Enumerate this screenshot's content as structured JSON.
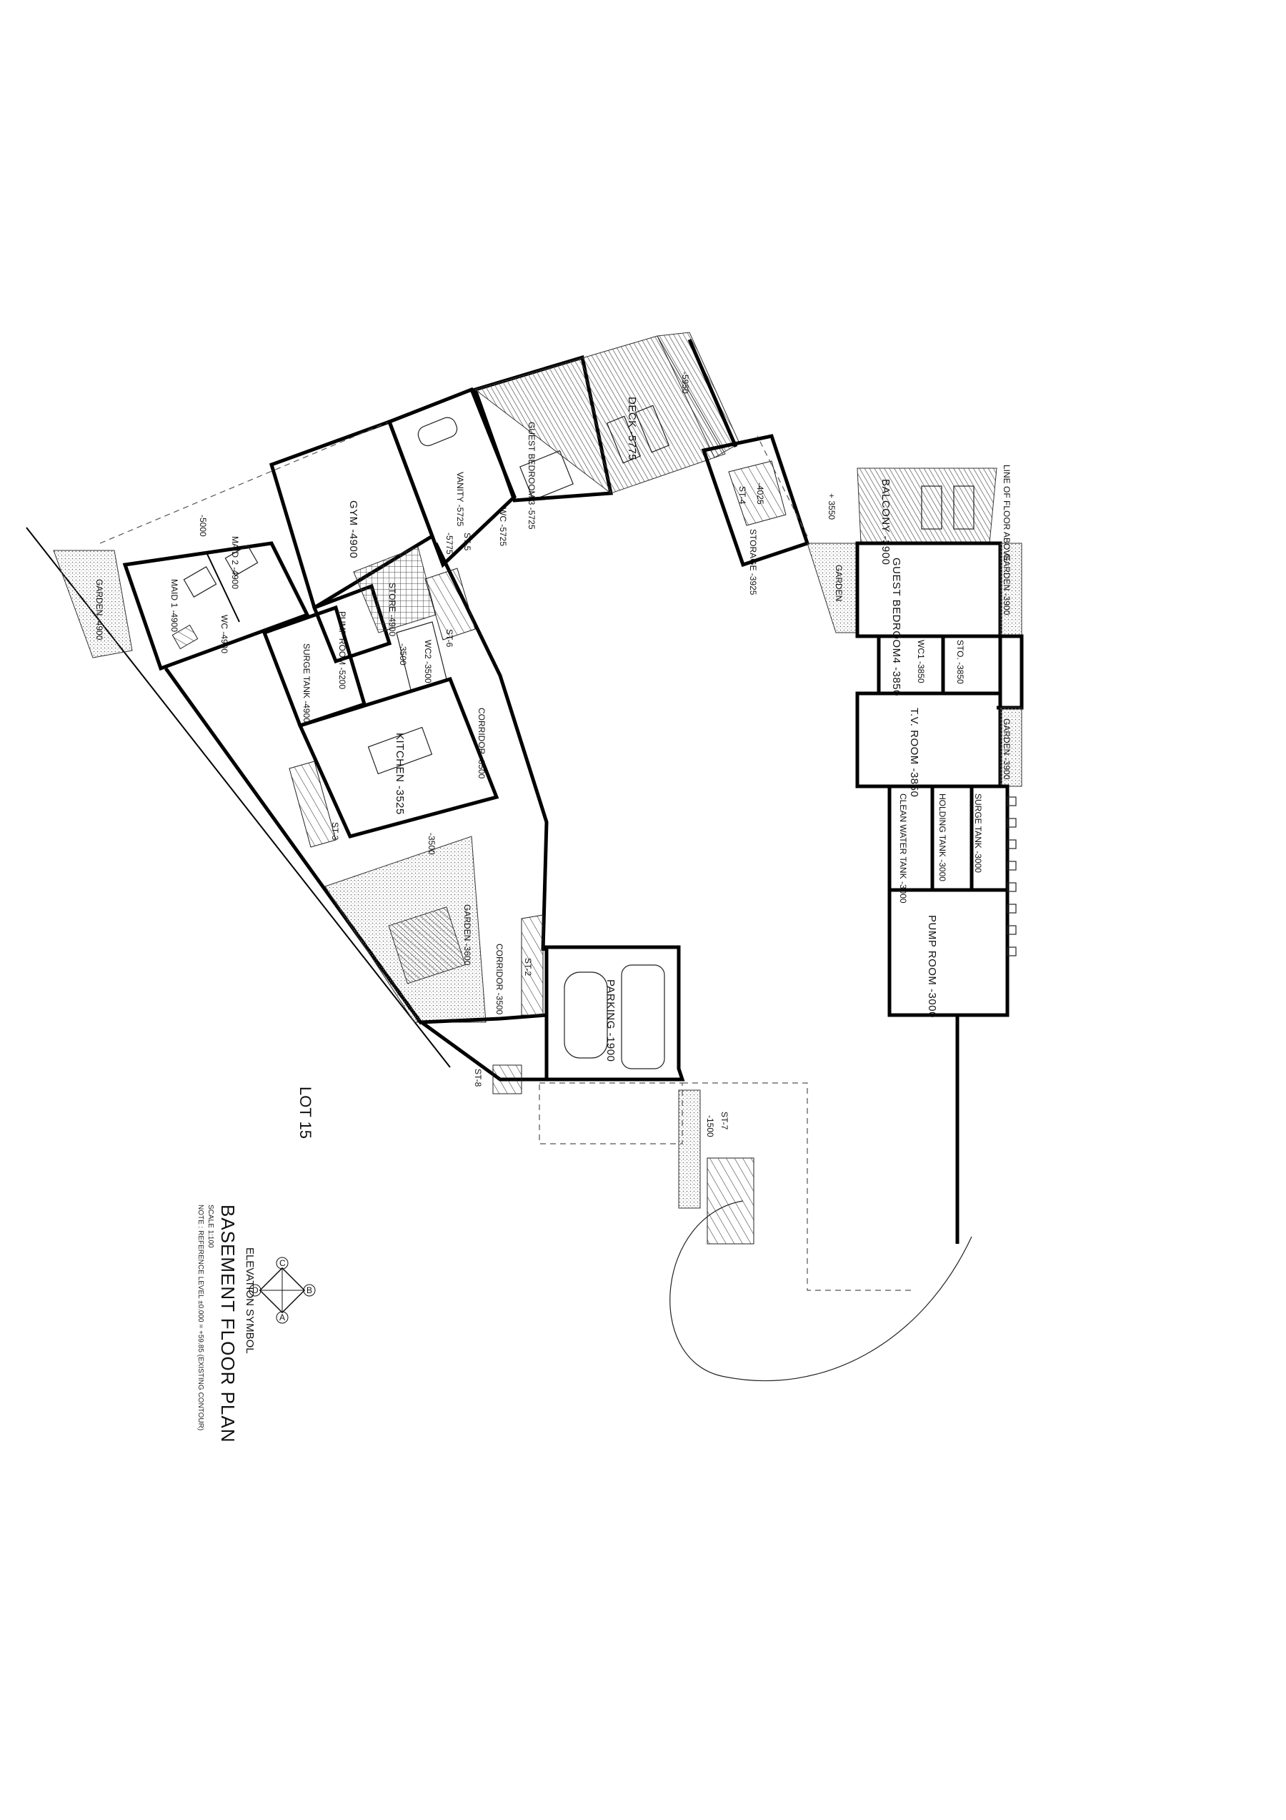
{
  "drawing": {
    "title": "BASEMENT FLOOR PLAN",
    "scale": "SCALE 1:100",
    "note": "NOTE : REFERENCE LEVEL ±0.000 = +59.85 (EXISTING CONTOUR)",
    "elevation_symbol_label": "ELEVATION SYMBOL",
    "elevation_letters": [
      "C",
      "B",
      "A",
      "D"
    ],
    "lot_label": "LOT 15"
  },
  "rooms": {
    "garden_nw": "GARDEN -4900",
    "maid1": "MAID 1 -4900",
    "maid2": "MAID 2 -4900",
    "wc_maid": "WC -4900",
    "gym": "GYM -4900",
    "guest_bedroom_3": "GUEST BEDROOM 3 -5725",
    "vanity": "VANITY -5725",
    "wc_guest": "WC -5725",
    "st5": "ST-5",
    "st5_level": "-5775",
    "deck": "DECK -5775",
    "deck_edge": "-5950",
    "gym_level": "-5000",
    "pump_room_w": "PUMP ROOM -5200",
    "store": "STORE -4900",
    "surge_tank_w": "SURGE TANK -4900",
    "wc2": "WC2 -3500",
    "wc2_level": "-3500",
    "st6": "ST-6",
    "kitchen": "KITCHEN -3525",
    "corridor_n": "CORRIDOR -3500",
    "st3": "ST-3",
    "kitchen_level": "-3500",
    "garden_s": "GARDEN -3600",
    "corridor_s": "CORRIDOR -3500",
    "st2": "ST-2",
    "parking": "PARKING -1900",
    "st8": "ST-8",
    "st7": "ST-7",
    "st7_level": "-1500",
    "st4": "ST-4",
    "st4_level": "-4025",
    "storage": "STORAGE -3925",
    "garden_e1": "GARDEN",
    "balcony": "BALCONY -3900",
    "line_of_floor": "LINE OF FLOOR ABOVE",
    "guest_bedroom_4": "GUEST BEDROOM4 -3850",
    "garden_e2": "GARDEN -3900",
    "wc1": "WC1 -3850",
    "sto": "STO. -3850",
    "tv_room": "T.V. ROOM -3850",
    "garden_e3": "GARDEN -3900",
    "clean_water_tank": "CLEAN WATER TANK -3000",
    "holding_tank": "HOLDING TANK -3000",
    "surge_tank_e": "SURGE TANK -3000",
    "pump_room_e": "PUMP ROOM -3000",
    "balcony_level": "+ 3550"
  }
}
